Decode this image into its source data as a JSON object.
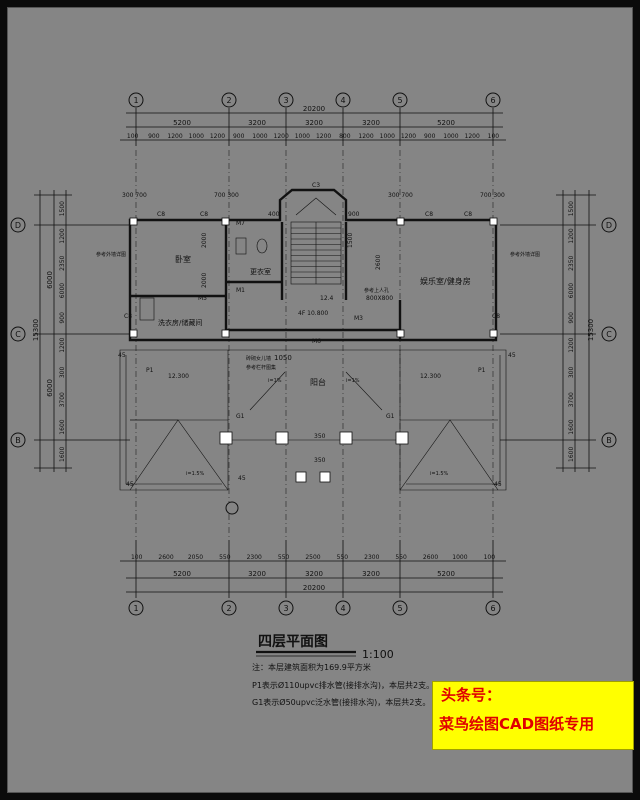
{
  "drawing": {
    "title": "四层平面图",
    "scale": "1:100",
    "notes": [
      "注：本层建筑面积为169.9平方米",
      "P1表示Ø110upvc排水管(接排水沟)，本层共2支。",
      "G1表示Ø50upvc泛水管(接排水沟)，本层共2支。"
    ]
  },
  "axes": {
    "columns": [
      "1",
      "2",
      "3",
      "4",
      "5",
      "6"
    ],
    "rows": [
      "D",
      "C",
      "B"
    ]
  },
  "dimensions": {
    "top_total": "20200",
    "top_segments": [
      "5200",
      "3200",
      "3200",
      "3200",
      "5200"
    ],
    "top_details": [
      "100",
      "900",
      "1200",
      "1000",
      "1200",
      "900",
      "1000",
      "1200",
      "1000",
      "1200",
      "800",
      "1200",
      "1000",
      "1200",
      "900",
      "1000",
      "1200",
      "100"
    ],
    "bottom_total": "20200",
    "bottom_segments": [
      "5200",
      "3200",
      "3200",
      "3200",
      "5200"
    ],
    "bottom_details": [
      "100",
      "2600",
      "2050",
      "550",
      "2300",
      "550",
      "2500",
      "550",
      "2300",
      "550",
      "2600",
      "1000",
      "100"
    ],
    "left_total_upper": "6000",
    "left_total_lower": "6000",
    "left_overall": "15300",
    "left_details": [
      "1500",
      "1200",
      "2350",
      "6000",
      "900",
      "1200",
      "300",
      "3700",
      "1600",
      "1600"
    ],
    "right_details": [
      "1500",
      "1200",
      "2350",
      "6000",
      "900",
      "1200",
      "300",
      "3700",
      "1600",
      "1600"
    ],
    "right_overall": "15300"
  },
  "rooms": {
    "bedroom": "卧室",
    "dressing": "更衣室",
    "laundry": "洗衣房/储藏间",
    "entertainment": "娱乐室/健身房",
    "terrace": "阳台"
  },
  "labels": {
    "level_stair": "12.4",
    "level_floor": "4F 10.800",
    "level_left": "12.300",
    "level_right": "12.300",
    "opening": "800X800",
    "balcony_height": "1050",
    "balcony_note": "砖砌女儿墙",
    "rail_note": "参考栏杆图集",
    "slope_left": "i=1%",
    "slope_right": "i=1%",
    "pipe_p1": "P1",
    "pipe_g1": "G1",
    "slope_roof_l": "i=1.5%",
    "slope_roof_r": "i=1.5%",
    "dim_45": "45",
    "dim_350": "350",
    "window_c8": "C8",
    "window_c3": "C3",
    "door_m1": "M1",
    "door_m3": "M3",
    "door_m5": "M5",
    "door_m6": "M6",
    "door_m7": "M7",
    "dim_2000": "2000",
    "dim_2600": "2600",
    "dim_1500": "1500",
    "dim_400": "400",
    "dim_900": "900",
    "dim_300_700": "300 700",
    "dim_700_300": "700 300",
    "note_light": "参考上人孔",
    "ext_wall_note": "参考外墙详图"
  },
  "watermark": {
    "line1": "头条号：",
    "line2": "菜鸟绘图CAD图纸专用"
  },
  "colors": {
    "sheet": "#858585",
    "frame": "#0b0b0b",
    "ink": "#111111",
    "watermark_bg": "#ffff00",
    "watermark_text": "#e00000"
  }
}
